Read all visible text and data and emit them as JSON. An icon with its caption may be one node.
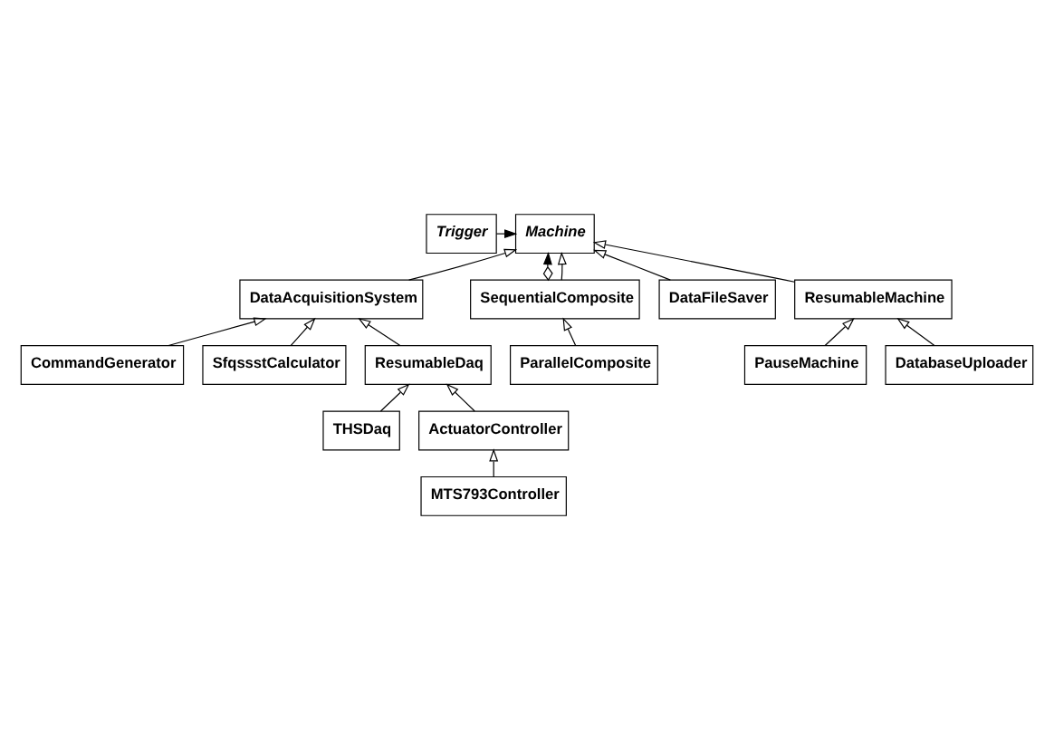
{
  "diagram": {
    "nodes": [
      {
        "text": [
          "Trigger"
        ]
      },
      {
        "text": [
          "Machine"
        ]
      },
      {
        "text": [
          "DataAcquisitionSystem"
        ]
      },
      {
        "text": [
          "SequentialComposite"
        ]
      },
      {
        "text": [
          "CommandGenerator"
        ]
      },
      {
        "text": [
          "ParallelComposite"
        ]
      },
      {
        "text": [
          "SfqssstCalculator"
        ]
      },
      {
        "text": [
          "DataFileSaver"
        ]
      },
      {
        "text": [
          "ResumableDaq"
        ]
      },
      {
        "text": [
          "ResumableMachine"
        ]
      },
      {
        "text": [
          "THSDaq"
        ]
      },
      {
        "text": [
          "ActuatorController"
        ]
      },
      {
        "text": [
          "PauseMachine"
        ]
      },
      {
        "text": [
          "MTS793Controller"
        ]
      },
      {
        "text": [
          "DatabaseUploader"
        ]
      }
    ],
    "edges": [
      {
        "from": 0,
        "to": 1,
        "arrow": "to"
      },
      {
        "from": 3,
        "to": 1,
        "arrow": "to"
      },
      {
        "from": 2,
        "to": 1,
        "arrow": "to"
      },
      {
        "from": 3,
        "to": 1,
        "arrow": "to"
      },
      {
        "from": 7,
        "to": 1,
        "arrow": "to"
      },
      {
        "from": 9,
        "to": 1,
        "arrow": "to"
      },
      {
        "from": 5,
        "to": 3,
        "arrow": "to"
      },
      {
        "from": 4,
        "to": 2,
        "arrow": "to"
      },
      {
        "from": 6,
        "to": 2,
        "arrow": "to"
      },
      {
        "from": 8,
        "to": 2,
        "arrow": "to"
      },
      {
        "from": 10,
        "to": 8,
        "arrow": "to"
      },
      {
        "from": 11,
        "to": 8,
        "arrow": "to"
      },
      {
        "from": 13,
        "to": 11,
        "arrow": "to"
      },
      {
        "from": 12,
        "to": 9,
        "arrow": "to"
      },
      {
        "from": 14,
        "to": 9,
        "arrow": "to"
      }
    ]
  }
}
